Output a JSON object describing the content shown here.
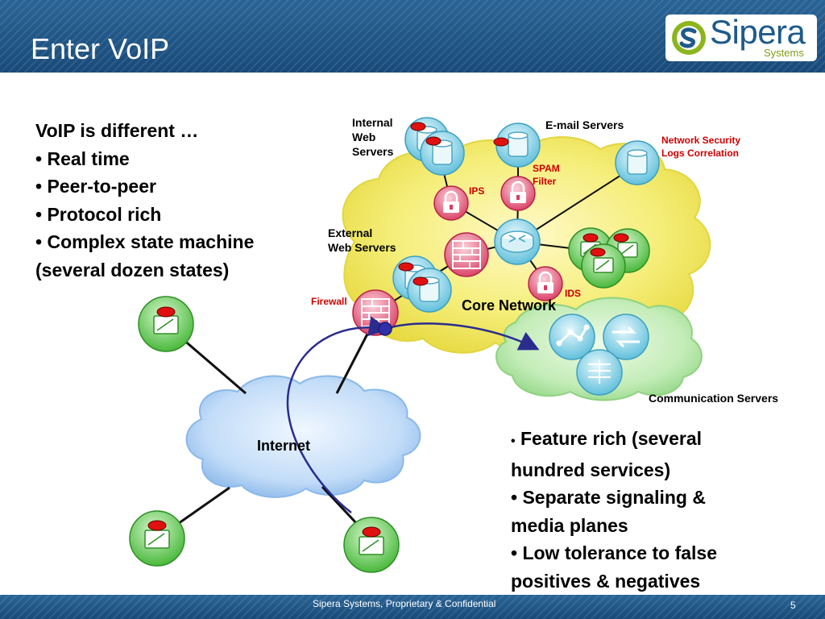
{
  "slide": {
    "title": "Enter VoIP",
    "logo": {
      "name": "Sipera",
      "tagline": "Systems"
    }
  },
  "left_list": {
    "heading": "VoIP is different …",
    "items": [
      "Real time",
      "Peer-to-peer",
      "Protocol rich",
      "Complex state machine",
      "(several dozen states)"
    ],
    "bullet": "•"
  },
  "right_list": {
    "lines": [
      "Feature rich (several",
      "hundred services)",
      "Separate signaling &",
      "media planes",
      "Low tolerance to false",
      "positives & negatives"
    ],
    "bullet": "•"
  },
  "diagram": {
    "labels": {
      "internal_web_servers": [
        "Internal",
        "Web",
        "Servers"
      ],
      "email_servers": "E-mail Servers",
      "network_security": [
        "Network Security",
        "Logs Correlation"
      ],
      "spam_filter": [
        "SPAM",
        "Filter"
      ],
      "ips": "IPS",
      "external_web_servers": [
        "External",
        "Web Servers"
      ],
      "ids": "IDS",
      "firewall": "Firewall",
      "core_network": "Core Network",
      "communication_servers": "Communication Servers",
      "internet": "Internet"
    },
    "colors": {
      "core_cloud": "#f2ec6a",
      "comm_cloud": "#b5e6a8",
      "internet_cloud": "#b5d6f7",
      "server": "#7ed0e8",
      "security_device": "#e85a78",
      "phone": "#5fcf4f",
      "signal_path": "#2b2d8e",
      "label_red": "#cc0000"
    },
    "icons": [
      "server-icon",
      "padlock-icon",
      "firewall-brick-icon",
      "router-icon",
      "ip-phone-icon",
      "media-switch-icon"
    ]
  },
  "footer": {
    "text": "Sipera Systems, Proprietary & Confidential",
    "page_number": "5"
  }
}
